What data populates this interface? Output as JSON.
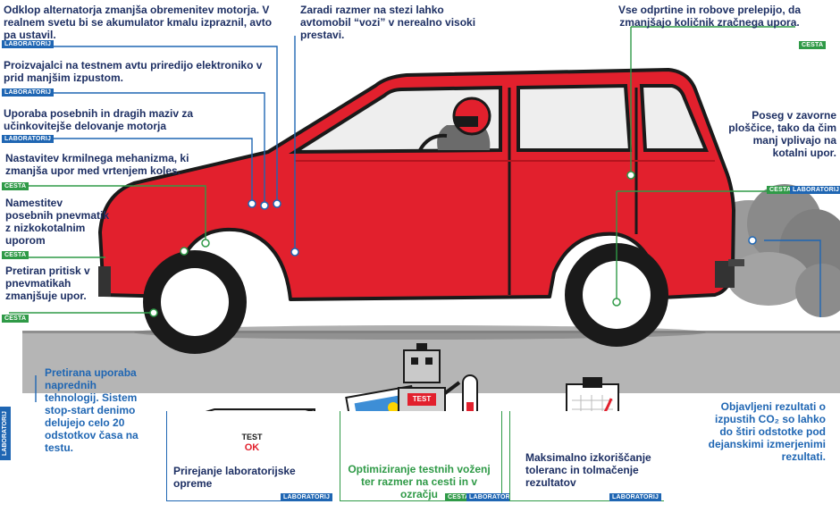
{
  "tags": {
    "laboratory": "LABORATORIJ",
    "road": "CESTA"
  },
  "colors": {
    "car_red": "#e2202d",
    "lab_blue": "#1f66b3",
    "road_green": "#2f9a47",
    "text_navy": "#1d2f63",
    "road_grey": "#b5b5b5"
  },
  "factors": {
    "alternator": "Odklop alternatorja zmanjša obremenitev motorja. V realnem svetu bi se akumulator kmalu izpraznil, avto pa ustavil.",
    "electronics": "Proizvajalci na testnem avtu priredijo elektroniko v prid manjšim izpustom.",
    "lubricants": "Uporaba posebnih in dragih maziv za učinkovitejše delovanje motorja",
    "brake_mechanism": "Nastavitev krmilnega mehanizma, ki zmanjša upor med vrtenjem koles.",
    "special_tyres": "Namestitev posebnih pnevmatik z nizkokotalnim uporom",
    "tyre_pressure": "Pretiran pritisk v pnevmatikah zmanjšuje upor.",
    "start_stop": "Pretirana uporaba naprednih tehnologij. Sistem stop-start denimo delujejo celo 20 odstotkov časa na testu.",
    "weight": "Zaradi razmer na stezi lahko avtomobil “vozi” v nerealno visoki prestavi.",
    "sealing": "Vse odprtine in robove prelepijo, da zmanjšajo količnik zračnega upora.",
    "brake_pads": "Poseg v zavorne ploščice, tako da čim manj vplivajo na kotalni upor.",
    "published": "Objavljeni rezultati o izpustih CO₂ so lahko do štiri odstotke pod dejanskimi izmerjenimi rezultati.",
    "lab_equipment": "Prirejanje laboratorijske opreme",
    "road_optimization": "Optimiziranje testnih voženj ter razmer na cesti in v ozračju",
    "tolerances": "Maksimalno izkoriščanje toleranc in tolmačenje rezultatov"
  },
  "device": {
    "brand": "TEST",
    "status": "OK"
  },
  "robot": {
    "label": "TEST"
  }
}
